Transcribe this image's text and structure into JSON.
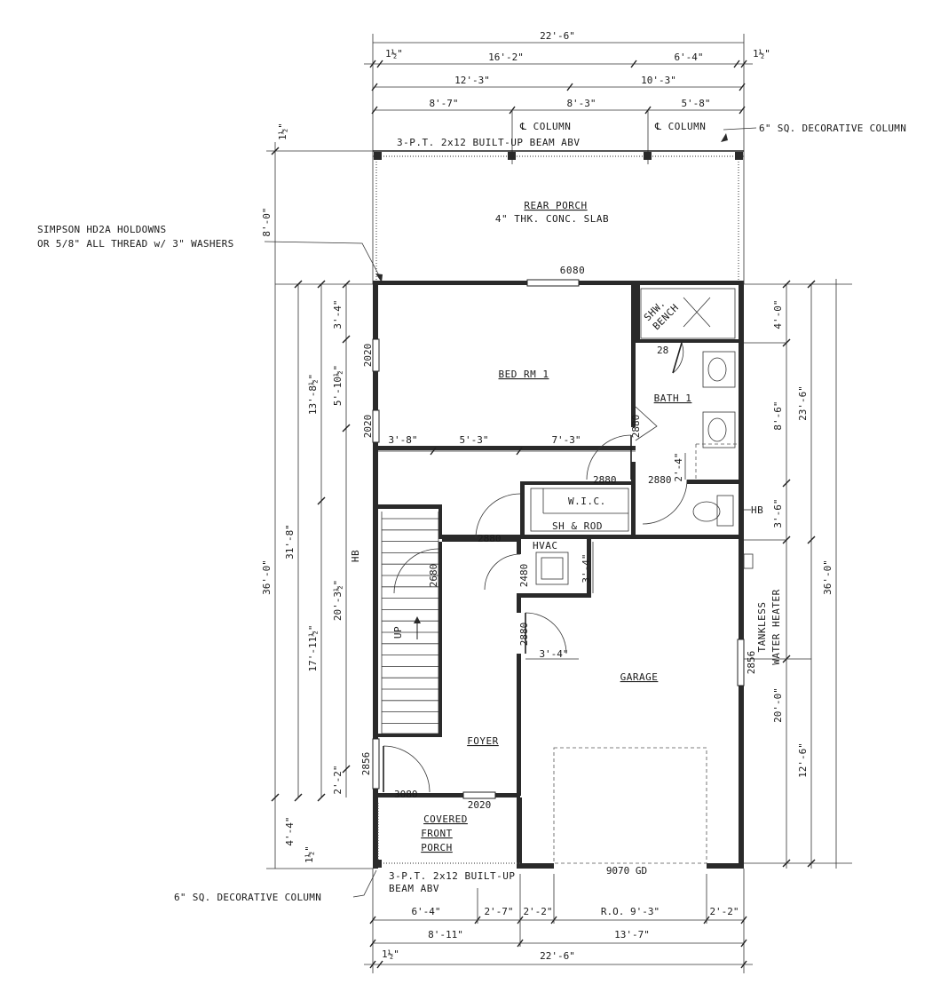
{
  "dims_top": {
    "overall": "22'-6\"",
    "left_trim": "1½\"",
    "right_trim": "1½\"",
    "row2_a": "16'-2\"",
    "row2_b": "6'-4\"",
    "row3_a": "12'-3\"",
    "row3_b": "10'-3\"",
    "row4_a": "8'-7\"",
    "row4_b": "8'-3\"",
    "row4_c": "5'-8\""
  },
  "porch": {
    "column_left": "℄ COLUMN",
    "column_right": "℄ COLUMN",
    "decorative_column": "6\" SQ. DECORATIVE COLUMN",
    "beam": "3-P.T. 2x12 BUILT-UP BEAM ABV",
    "title": "REAR PORCH",
    "slab": "4\" THK. CONC. SLAB",
    "door": "6080",
    "height_dim": "8'-0\"",
    "trim_dim": "1½\""
  },
  "holdowns": {
    "line1": "SIMPSON HD2A HOLDOWNS",
    "line2": "OR 5/8\" ALL THREAD w/ 3\" WASHERS"
  },
  "dims_left": {
    "overall": "36'-0\"",
    "total": "31'-8\"",
    "upper": "13'-8½\"",
    "lower": "17'-11½\"",
    "win_a": "3'-4\"",
    "win_b": "5'-10½\"",
    "mid": "20'-3½\"",
    "bottom_a": "2'-2\"",
    "porch": "4'-4\"",
    "trim": "1½\"",
    "hb": "HB"
  },
  "dims_right": {
    "overall": "36'-0\"",
    "upper": "23'-6\"",
    "a": "4'-0\"",
    "b": "8'-6\"",
    "c": "3'-6\"",
    "garage": "20'-0\"",
    "garage_lower": "12'-6\""
  },
  "rooms": {
    "bed": "BED RM 1",
    "bath": "BATH 1",
    "shower": "SHW.",
    "bench": "BENCH",
    "wic": "W.I.C.",
    "shrod": "SH & ROD",
    "hvac": "HVAC",
    "garage": "GARAGE",
    "foyer": "FOYER",
    "front_porch_1": "COVERED",
    "front_porch_2": "FRONT",
    "front_porch_3": "PORCH",
    "up": "UP",
    "hb": "HB",
    "water_heater_1": "TANKLESS",
    "water_heater_2": "WATER HEATER"
  },
  "openings": {
    "win_2020_a": "2020",
    "win_2020_b": "2020",
    "door_28": "28",
    "door_2880_a": "2880",
    "door_2880_b": "2880",
    "door_2880_c": "2880",
    "door_2880_d": "2880",
    "door_2880_e": "2880",
    "door_2680": "2680",
    "door_2480": "2480",
    "win_2856_a": "2856",
    "win_2856_b": "2856",
    "door_3080": "3080",
    "win_2020_c": "2020",
    "garage_door": "9070 GD"
  },
  "interior_dims": {
    "d1": "3'-8\"",
    "d2": "5'-3\"",
    "d3": "7'-3\"",
    "d4": "2'-4\"",
    "d5": "3'-4\"",
    "d6": "3'-4\""
  },
  "front": {
    "beam_1": "3-P.T. 2x12 BUILT-UP",
    "beam_2": "BEAM ABV",
    "decorative_column": "6\" SQ. DECORATIVE COLUMN"
  },
  "dims_bottom": {
    "a": "6'-4\"",
    "b": "2'-7\"",
    "c": "2'-2\"",
    "d": "R.O. 9'-3\"",
    "e": "2'-2\"",
    "f": "8'-11\"",
    "g": "13'-7\"",
    "trim": "1½\"",
    "overall": "22'-6\""
  }
}
